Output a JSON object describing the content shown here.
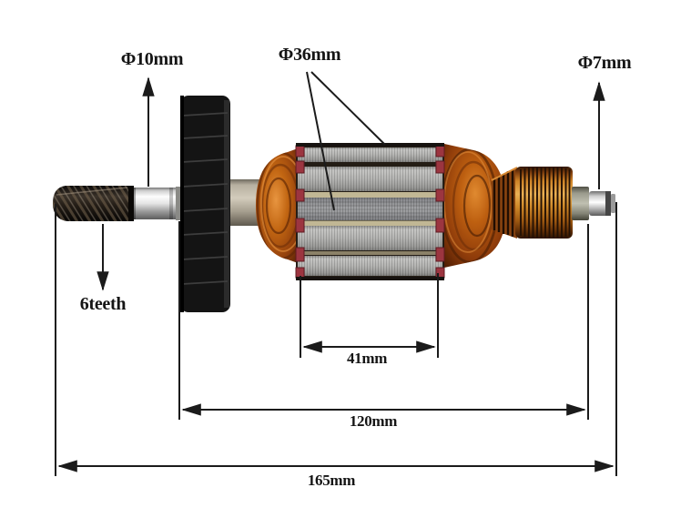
{
  "figure": {
    "description": "annotated product photo of a power-tool motor armature rotor",
    "components": [
      "pinion-gear",
      "left-shaft",
      "cooling-fan",
      "left-winding",
      "lamination-core",
      "right-winding",
      "commutator",
      "bearing-collar",
      "right-shaft-tip"
    ]
  },
  "annotations": {
    "left_shaft_diameter": "Φ10mm",
    "core_diameter": "Φ36mm",
    "right_shaft_diameter": "Φ7mm",
    "gear_teeth": "6teeth",
    "core_length": "41mm",
    "mid_length": "120mm",
    "overall_length": "165mm"
  },
  "colors": {
    "background": "#ffffff",
    "annotation_ink": "#1b1b1b",
    "fan_black": "#161616",
    "copper_winding": "#b55a14",
    "commutator_copper": "#cf8428",
    "core_steel": "#b5b5b3",
    "slot_wedge_red": "#9c3540",
    "shaft_chrome": "#e5e5e5"
  }
}
